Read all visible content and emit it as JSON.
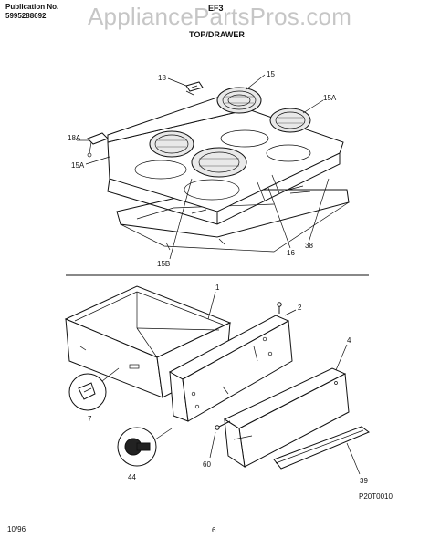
{
  "header": {
    "publication_label": "Publication No.",
    "publication_number": "5995288692",
    "model_partial": "EF3",
    "section_title": "TOP/DRAWER",
    "watermark": "AppliancePartsPros.com"
  },
  "callouts": {
    "c1": "1",
    "c2": "2",
    "c4": "4",
    "c7": "7",
    "c15": "15",
    "c15a_right": "15A",
    "c15a_left": "15A",
    "c15b": "15B",
    "c16": "16",
    "c18": "18",
    "c18a": "18A",
    "c38": "38",
    "c39": "39",
    "c44": "44",
    "c60": "60"
  },
  "footer": {
    "date": "10/96",
    "page": "6",
    "drawing_ref": "P20T0010"
  }
}
